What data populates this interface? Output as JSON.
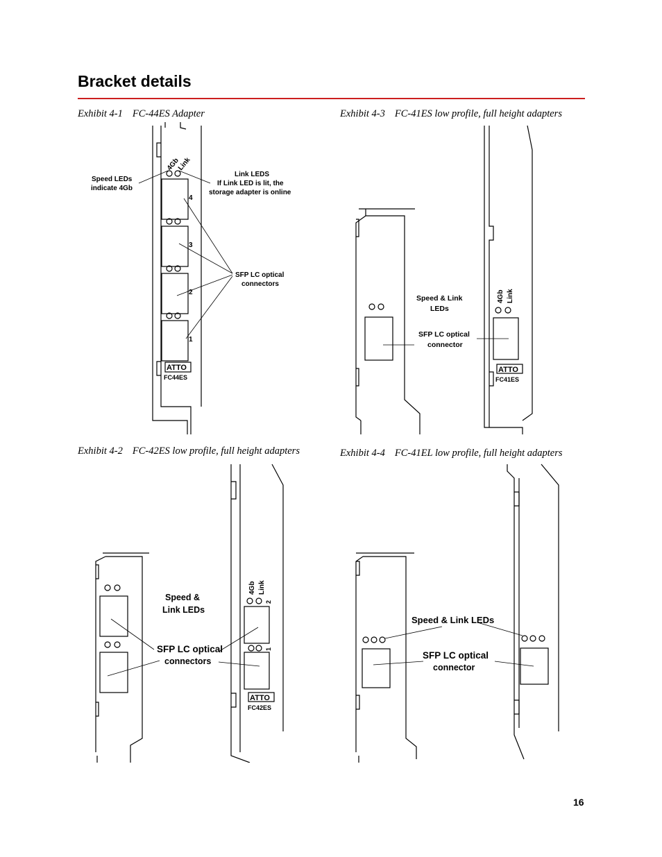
{
  "page": {
    "title": "Bracket details",
    "accent_color": "#cc1f1f",
    "page_number": "16"
  },
  "exhibits": [
    {
      "number": "Exhibit 4-1",
      "caption": "FC-44ES Adapter",
      "labels": {
        "speed_link_vertical_a": "4Gb",
        "speed_link_vertical_b": "Link",
        "speed_leds": "Speed LEDs",
        "speed_leds_2": "indicate 4Gb",
        "link_leds": "Link LEDS",
        "link_leds_2": "If Link LED is lit, the",
        "link_leds_3": "storage adapter is online",
        "port_4": "4",
        "port_3": "3",
        "port_2": "2",
        "port_1": "1",
        "sfp": "SFP LC optical",
        "sfp_2": "connectors",
        "logo": "ATTO",
        "model": "FC44ES"
      }
    },
    {
      "number": "Exhibit 4-2",
      "caption": "FC-42ES low profile, full height adapters",
      "labels": {
        "speed_link_vertical_a": "4Gb",
        "speed_link_vertical_b": "Link",
        "port_2": "2",
        "port_1": "1",
        "speed_link": "Speed  &",
        "speed_link_2": "Link LEDs",
        "sfp": "SFP LC optical",
        "sfp_2": "connectors",
        "logo": "ATTO",
        "model": "FC42ES"
      }
    },
    {
      "number": "Exhibit 4-3",
      "caption": "FC-41ES low profile, full height adapters",
      "labels": {
        "speed_link_vertical_a": "4Gb",
        "speed_link_vertical_b": "Link",
        "speed_link": "Speed & Link",
        "speed_link_2": "LEDs",
        "sfp": "SFP LC optical",
        "sfp_2": "connector",
        "logo": "ATTO",
        "model": "FC41ES"
      }
    },
    {
      "number": "Exhibit 4-4",
      "caption": "FC-41EL low profile, full height adapters",
      "labels": {
        "speed_link": "Speed & Link  LEDs",
        "sfp": "SFP LC optical",
        "sfp_2": "connector"
      }
    }
  ]
}
